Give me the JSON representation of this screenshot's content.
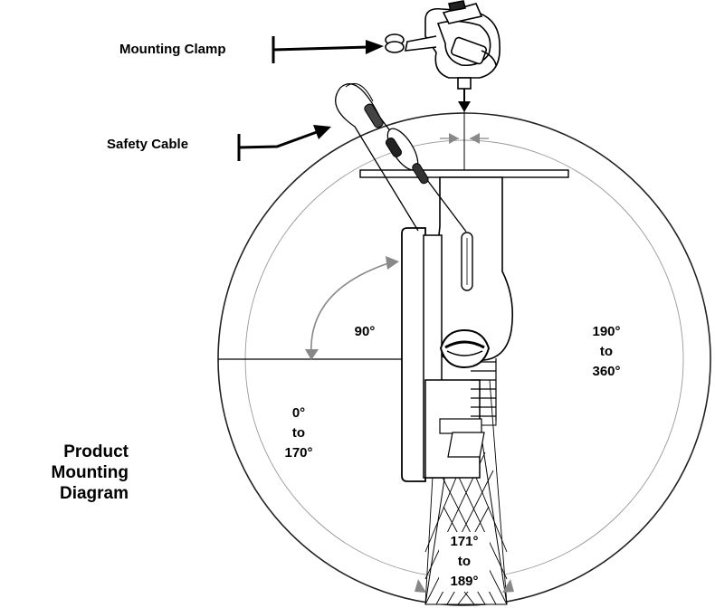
{
  "callouts": {
    "mounting_clamp": "Mounting Clamp",
    "safety_cable": "Safety Cable"
  },
  "angles": {
    "ninety": "90°",
    "left_range": {
      "from": "0°",
      "to_word": "to",
      "until": "170°"
    },
    "right_range": {
      "from": "190°",
      "to_word": "to",
      "until": "360°"
    },
    "bottom_range": {
      "from": "171°",
      "to_word": "to",
      "until": "189°"
    }
  },
  "title": {
    "line1": "Product",
    "line2": "Mounting",
    "line3": "Diagram"
  },
  "icons": {
    "clamp": "mounting-clamp-icon",
    "cable": "safety-cable-icon",
    "fixture": "fixture-body-icon",
    "knob": "tilt-knob-icon"
  },
  "colors": {
    "line": "#000000",
    "circle": "#222222",
    "arc": "#8a8a8a",
    "fill": "#ffffff"
  }
}
